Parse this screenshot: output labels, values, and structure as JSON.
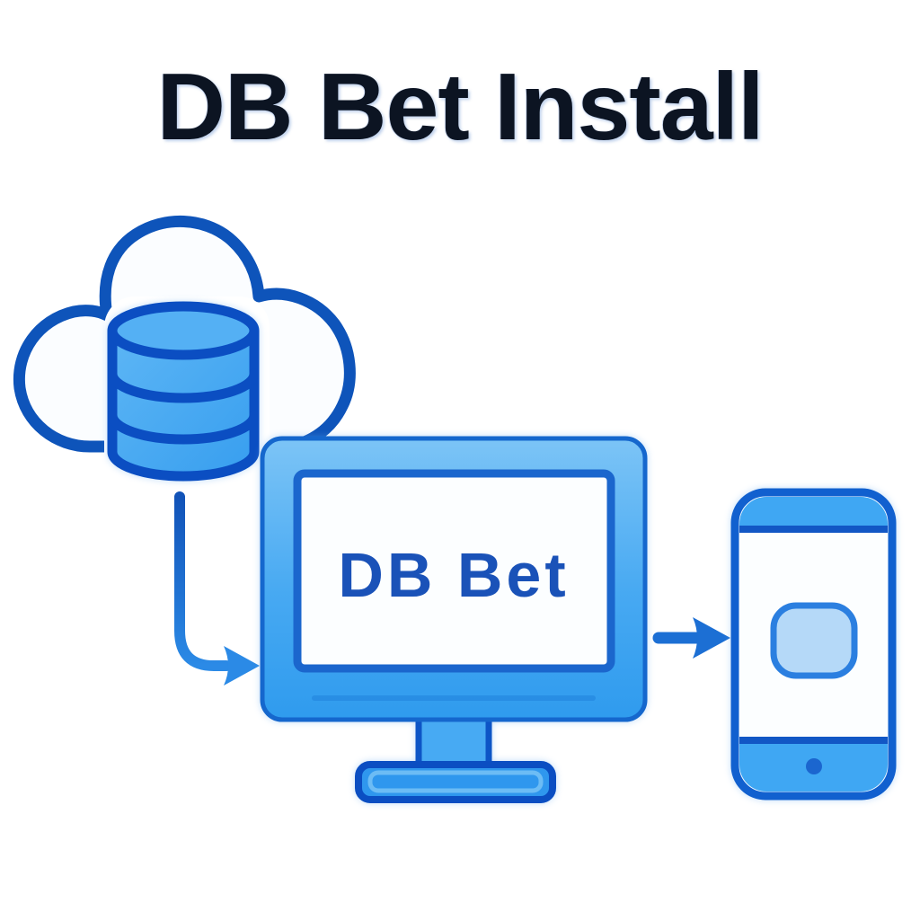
{
  "title": "DB Bet Install",
  "illustration": {
    "monitor_screen_label": "DB Bet"
  },
  "icons": {
    "cloud": "cloud-icon",
    "database": "database-icon",
    "download_arrow": "download-arrow-icon",
    "monitor": "monitor-icon",
    "transfer_arrow": "transfer-arrow-icon",
    "smartphone": "smartphone-icon",
    "app": "app-icon",
    "home_button": "home-button-dot"
  },
  "colors": {
    "outline_dark_blue": "#0b4ec2",
    "cloud_stroke": "#0e54ba",
    "fill_medium_blue": "#42a6f2",
    "fill_light_blue": "#b5d9f8",
    "frame_gradient_top": "#7cc4f6",
    "frame_gradient_bottom": "#2f9bee",
    "arrow_blue": "#1c6fd4",
    "title_color": "#0c1422",
    "screen_label_color": "#1a52b8",
    "background": "#ffffff"
  }
}
